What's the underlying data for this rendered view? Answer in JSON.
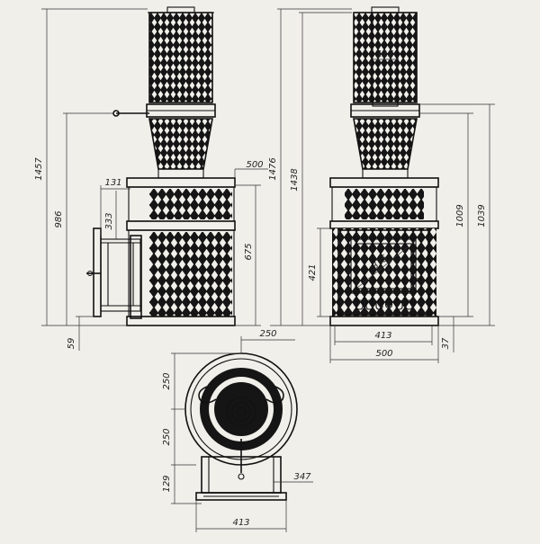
{
  "views": {
    "side": {
      "dims": {
        "total_height": "1457",
        "height_986": "986",
        "width_131": "131",
        "height_333": "333",
        "width_500": "500",
        "height_675": "675",
        "offset_59": "59"
      }
    },
    "front": {
      "dims": {
        "height_1476": "1476",
        "height_1438": "1438",
        "pipe_115": "115",
        "height_1009": "1009",
        "height_1039": "1039",
        "height_421": "421",
        "door_diag_335": "335",
        "width_413": "413",
        "width_500": "500",
        "offset_37": "37"
      }
    },
    "top": {
      "dims": {
        "width_250": "250",
        "height_250_a": "250",
        "height_250_b": "250",
        "height_129": "129",
        "width_347": "347",
        "width_413": "413"
      }
    }
  },
  "colors": {
    "background": "#f1efea",
    "line": "#111111",
    "dimension": "#333333"
  }
}
